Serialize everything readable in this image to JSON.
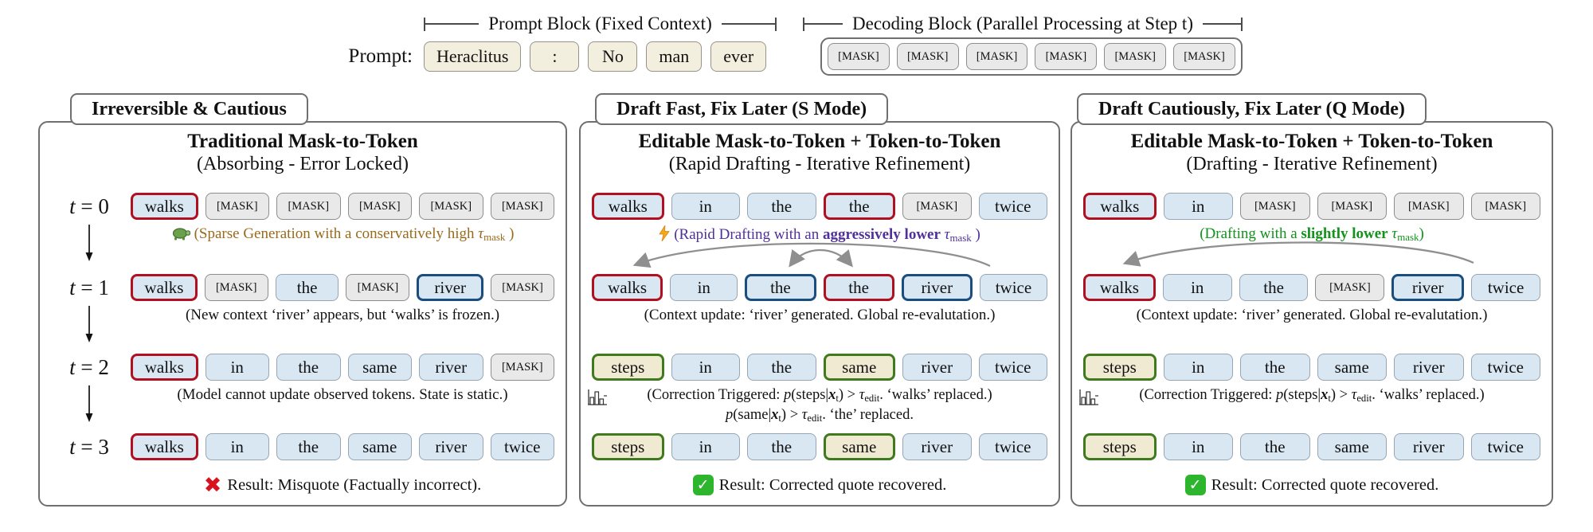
{
  "icons": {
    "cross": "✖",
    "check": "✓"
  },
  "colors": {
    "token_blue_fill": "#d9e7f3",
    "mask_fill": "#e9e9e9",
    "cream_fill": "#f3efdf",
    "red_border": "#b0101f",
    "dark_blue_border": "#1b4e80",
    "green_border": "#3f7a1d",
    "olive_text": "#9a6a1c",
    "purple_text": "#50309a",
    "green_text": "#13921c",
    "cross_red": "#d6131f",
    "check_green": "#2db52d",
    "arrow_gray": "#8f8f8f"
  },
  "header": {
    "bracket_prompt": "Prompt Block (Fixed Context)",
    "bracket_decode": "Decoding Block (Parallel Processing at Step t)",
    "prompt_label": "Prompt:",
    "prompt_tokens": [
      {
        "t": "Heraclitus",
        "k": "cream"
      },
      {
        "t": ":",
        "k": "cream"
      },
      {
        "t": "No",
        "k": "cream"
      },
      {
        "t": "man",
        "k": "cream"
      },
      {
        "t": "ever",
        "k": "cream"
      }
    ],
    "decode_tokens": [
      {
        "t": "[MASK]",
        "k": "mask"
      },
      {
        "t": "[MASK]",
        "k": "mask"
      },
      {
        "t": "[MASK]",
        "k": "mask"
      },
      {
        "t": "[MASK]",
        "k": "mask"
      },
      {
        "t": "[MASK]",
        "k": "mask"
      },
      {
        "t": "[MASK]",
        "k": "mask"
      }
    ]
  },
  "panels": [
    {
      "tab": "Irreversible & Cautious",
      "title": "Traditional Mask-to-Token",
      "subtitle": "(Absorbing - Error Locked)",
      "rows": [
        {
          "label": [
            {
              "t": "t",
              "s": "i"
            },
            {
              "t": " = 0",
              "s": "n"
            }
          ],
          "tokens": [
            {
              "t": "walks",
              "k": "red"
            },
            {
              "t": "[MASK]",
              "k": "mask"
            },
            {
              "t": "[MASK]",
              "k": "mask"
            },
            {
              "t": "[MASK]",
              "k": "mask"
            },
            {
              "t": "[MASK]",
              "k": "mask"
            },
            {
              "t": "[MASK]",
              "k": "mask"
            }
          ],
          "caption": [
            {
              "t": "(Sparse Generation with a conservatively high ",
              "s": "n"
            },
            {
              "t": "τ",
              "s": "i"
            },
            {
              "t": "mask",
              "s": "sub"
            },
            {
              "t": " )",
              "s": "n"
            }
          ]
        },
        {
          "label": [
            {
              "t": "t",
              "s": "i"
            },
            {
              "t": " = 1",
              "s": "n"
            }
          ],
          "tokens": [
            {
              "t": "walks",
              "k": "red"
            },
            {
              "t": "[MASK]",
              "k": "mask"
            },
            {
              "t": "the",
              "k": "blue"
            },
            {
              "t": "[MASK]",
              "k": "mask"
            },
            {
              "t": "river",
              "k": "blueb"
            },
            {
              "t": "[MASK]",
              "k": "mask"
            }
          ],
          "caption": [
            {
              "t": "(New context ‘river’ appears, but ‘walks’ is frozen.)",
              "s": "n"
            }
          ]
        },
        {
          "label": [
            {
              "t": "t",
              "s": "i"
            },
            {
              "t": " = 2",
              "s": "n"
            }
          ],
          "tokens": [
            {
              "t": "walks",
              "k": "red"
            },
            {
              "t": "in",
              "k": "blue"
            },
            {
              "t": "the",
              "k": "blue"
            },
            {
              "t": "same",
              "k": "blue"
            },
            {
              "t": "river",
              "k": "blue"
            },
            {
              "t": "[MASK]",
              "k": "mask"
            }
          ],
          "caption": [
            {
              "t": "(Model cannot update observed tokens. State is static.)",
              "s": "n"
            }
          ]
        },
        {
          "label": [
            {
              "t": "t",
              "s": "i"
            },
            {
              "t": " = 3",
              "s": "n"
            }
          ],
          "tokens": [
            {
              "t": "walks",
              "k": "red"
            },
            {
              "t": "in",
              "k": "blue"
            },
            {
              "t": "the",
              "k": "blue"
            },
            {
              "t": "same",
              "k": "blue"
            },
            {
              "t": "river",
              "k": "blue"
            },
            {
              "t": "twice",
              "k": "blue"
            }
          ],
          "caption": []
        }
      ],
      "result": [
        {
          "t": "Result: Misquote (Factually incorrect).",
          "s": "n"
        }
      ]
    },
    {
      "tab": "Draft Fast, Fix Later (S Mode)",
      "title": "Editable Mask-to-Token + Token-to-Token",
      "subtitle": "(Rapid Drafting - Iterative Refinement)",
      "rows": [
        {
          "tokens": [
            {
              "t": "walks",
              "k": "red"
            },
            {
              "t": "in",
              "k": "blue"
            },
            {
              "t": "the",
              "k": "blue"
            },
            {
              "t": "the",
              "k": "red"
            },
            {
              "t": "[MASK]",
              "k": "mask"
            },
            {
              "t": "twice",
              "k": "blue"
            }
          ],
          "caption": [
            {
              "t": "(Rapid Drafting with an ",
              "s": "n"
            },
            {
              "t": "aggressively lower",
              "s": "b"
            },
            {
              "t": " ",
              "s": "n"
            },
            {
              "t": "τ",
              "s": "i"
            },
            {
              "t": "mask",
              "s": "sub"
            },
            {
              "t": " )",
              "s": "n"
            }
          ]
        },
        {
          "tokens": [
            {
              "t": "walks",
              "k": "red"
            },
            {
              "t": "in",
              "k": "blue"
            },
            {
              "t": "the",
              "k": "blueb"
            },
            {
              "t": "the",
              "k": "red"
            },
            {
              "t": "river",
              "k": "blueb"
            },
            {
              "t": "twice",
              "k": "blue"
            }
          ],
          "caption": [
            {
              "t": "(Context update: ‘river’ generated. Global re-evalutation.)",
              "s": "n"
            }
          ]
        },
        {
          "tokens": [
            {
              "t": "steps",
              "k": "green"
            },
            {
              "t": "in",
              "k": "blue"
            },
            {
              "t": "the",
              "k": "blue"
            },
            {
              "t": "same",
              "k": "green"
            },
            {
              "t": "river",
              "k": "blue"
            },
            {
              "t": "twice",
              "k": "blue"
            }
          ],
          "caption": [
            {
              "t": "(Correction Triggered: ",
              "s": "n"
            },
            {
              "t": "p",
              "s": "i"
            },
            {
              "t": "(steps|",
              "s": "n"
            },
            {
              "t": "x",
              "s": "bi"
            },
            {
              "t": "t",
              "s": "sub"
            },
            {
              "t": ") > ",
              "s": "n"
            },
            {
              "t": "τ",
              "s": "i"
            },
            {
              "t": "edit",
              "s": "sub"
            },
            {
              "t": ". ‘walks’ replaced.)",
              "s": "n"
            }
          ],
          "caption2": [
            {
              "t": "p",
              "s": "i"
            },
            {
              "t": "(same|",
              "s": "n"
            },
            {
              "t": "x",
              "s": "bi"
            },
            {
              "t": "t",
              "s": "sub"
            },
            {
              "t": ") > ",
              "s": "n"
            },
            {
              "t": "τ",
              "s": "i"
            },
            {
              "t": "edit",
              "s": "sub"
            },
            {
              "t": ". ‘the’ replaced.",
              "s": "n"
            }
          ]
        },
        {
          "tokens": [
            {
              "t": "steps",
              "k": "green"
            },
            {
              "t": "in",
              "k": "blue"
            },
            {
              "t": "the",
              "k": "blue"
            },
            {
              "t": "same",
              "k": "green"
            },
            {
              "t": "river",
              "k": "blue"
            },
            {
              "t": "twice",
              "k": "blue"
            }
          ],
          "caption": []
        }
      ],
      "result": [
        {
          "t": "Result: Corrected quote recovered.",
          "s": "n"
        }
      ]
    },
    {
      "tab": "Draft Cautiously, Fix Later (Q Mode)",
      "title": "Editable Mask-to-Token + Token-to-Token",
      "subtitle": "(Drafting - Iterative Refinement)",
      "rows": [
        {
          "tokens": [
            {
              "t": "walks",
              "k": "red"
            },
            {
              "t": "in",
              "k": "blue"
            },
            {
              "t": "[MASK]",
              "k": "mask"
            },
            {
              "t": "[MASK]",
              "k": "mask"
            },
            {
              "t": "[MASK]",
              "k": "mask"
            },
            {
              "t": "[MASK]",
              "k": "mask"
            }
          ],
          "caption": [
            {
              "t": "(Drafting with a ",
              "s": "n"
            },
            {
              "t": "slightly lower",
              "s": "b"
            },
            {
              "t": " ",
              "s": "n"
            },
            {
              "t": "τ",
              "s": "i"
            },
            {
              "t": "mask",
              "s": "sub"
            },
            {
              "t": ")",
              "s": "n"
            }
          ]
        },
        {
          "tokens": [
            {
              "t": "walks",
              "k": "red"
            },
            {
              "t": "in",
              "k": "blue"
            },
            {
              "t": "the",
              "k": "blue"
            },
            {
              "t": "[MASK]",
              "k": "mask"
            },
            {
              "t": "river",
              "k": "blueb"
            },
            {
              "t": "twice",
              "k": "blue"
            }
          ],
          "caption": [
            {
              "t": "(Context update: ‘river’ generated. Global re-evalutation.)",
              "s": "n"
            }
          ]
        },
        {
          "tokens": [
            {
              "t": "steps",
              "k": "green"
            },
            {
              "t": "in",
              "k": "blue"
            },
            {
              "t": "the",
              "k": "blue"
            },
            {
              "t": "same",
              "k": "blue"
            },
            {
              "t": "river",
              "k": "blue"
            },
            {
              "t": "twice",
              "k": "blue"
            }
          ],
          "caption": [
            {
              "t": "(Correction Triggered: ",
              "s": "n"
            },
            {
              "t": "p",
              "s": "i"
            },
            {
              "t": "(steps|",
              "s": "n"
            },
            {
              "t": "x",
              "s": "bi"
            },
            {
              "t": "t",
              "s": "sub"
            },
            {
              "t": ") > ",
              "s": "n"
            },
            {
              "t": "τ",
              "s": "i"
            },
            {
              "t": "edit",
              "s": "sub"
            },
            {
              "t": ". ‘walks’ replaced.)",
              "s": "n"
            }
          ]
        },
        {
          "tokens": [
            {
              "t": "steps",
              "k": "green"
            },
            {
              "t": "in",
              "k": "blue"
            },
            {
              "t": "the",
              "k": "blue"
            },
            {
              "t": "same",
              "k": "blue"
            },
            {
              "t": "river",
              "k": "blue"
            },
            {
              "t": "twice",
              "k": "blue"
            }
          ],
          "caption": []
        }
      ],
      "result": [
        {
          "t": "Result: Corrected quote recovered.",
          "s": "n"
        }
      ]
    }
  ]
}
